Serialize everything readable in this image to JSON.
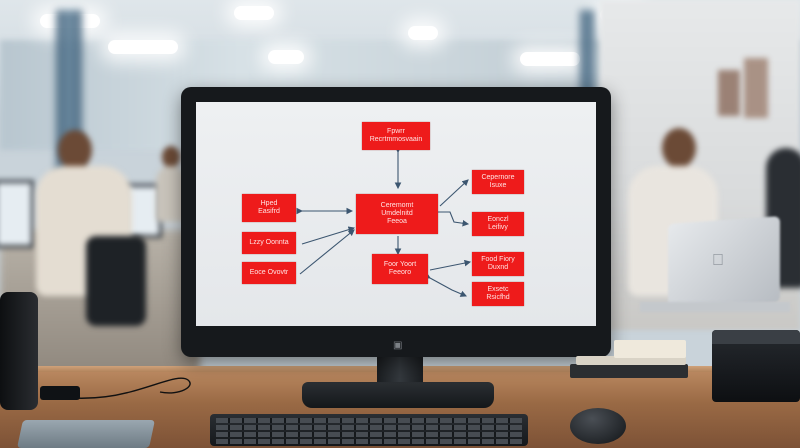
{
  "diagram": {
    "nodes": [
      {
        "id": "top",
        "label": "Fpwrr\nRecrtmmosvaain"
      },
      {
        "id": "center",
        "label": "Ceremomt\nUmdelnitd\nFeeoa"
      },
      {
        "id": "left1",
        "label": "Hped\nEasifrd"
      },
      {
        "id": "left2",
        "label": "Lzzy Oonnta"
      },
      {
        "id": "left3",
        "label": "Eoce Ovovtr"
      },
      {
        "id": "bottom",
        "label": "Foor Yoort\nFeeoro"
      },
      {
        "id": "right1",
        "label": "Cepernore\nIsuxe"
      },
      {
        "id": "right2",
        "label": "Eonczl\nLeifivy"
      },
      {
        "id": "right3",
        "label": "Food Fiory\nDuxnd"
      },
      {
        "id": "right4",
        "label": "Exsetc\nRsicfhd"
      }
    ]
  },
  "colors": {
    "node_fill": "#ee1b1b",
    "node_text": "#ffe3e3",
    "screen_bg": "#eef0f2",
    "wire": "#3c5670"
  },
  "icons": {
    "monitor_brand": "monitor-logo-icon",
    "laptop_brand": "apple-logo-icon"
  }
}
